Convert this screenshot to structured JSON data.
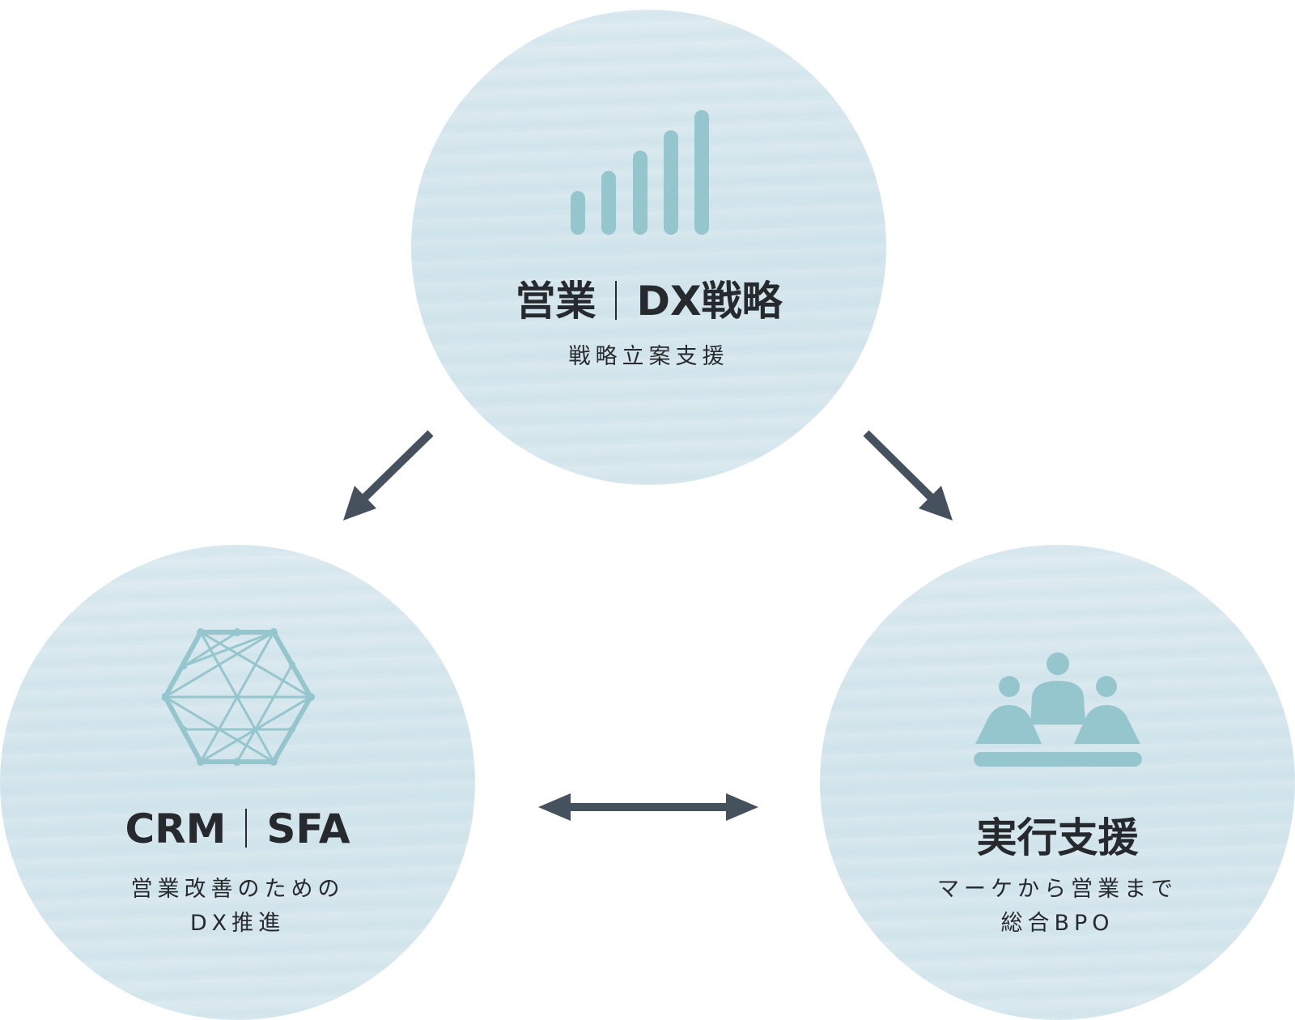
{
  "colors": {
    "icon": "#96c6cd",
    "arrow": "#45525d",
    "text": "#262a2e",
    "circle": "#d6e7ee"
  },
  "top": {
    "title_left": "営業",
    "title_right": "DX戦略",
    "subtitle_lines": [
      "戦略立案支援"
    ],
    "icon": "signal-bars-icon"
  },
  "left": {
    "title_left": "CRM",
    "title_right": "SFA",
    "subtitle_lines": [
      "営業改善のための",
      "DX推進"
    ],
    "icon": "network-hexagon-icon"
  },
  "right": {
    "title": "実行支援",
    "subtitle_lines": [
      "マーケから営業まで",
      "総合BPO"
    ],
    "icon": "team-meeting-icon"
  }
}
